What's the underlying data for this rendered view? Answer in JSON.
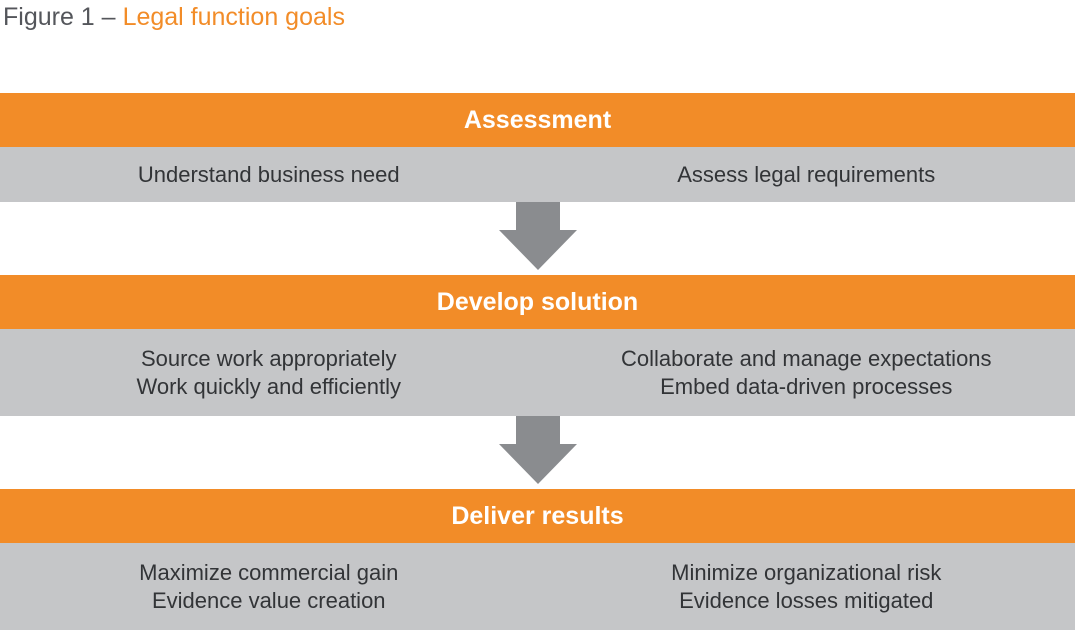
{
  "title": {
    "prefix": "Figure 1 –",
    "highlight": "Legal function goals"
  },
  "colors": {
    "orange": "#F28C28",
    "band_gray": "#C5C6C8",
    "arrow_gray": "#8A8C8F",
    "title_gray": "#54565B",
    "body_text": "#323437",
    "header_text": "#FFFFFF"
  },
  "diagram": {
    "type": "vertical-flow",
    "arrow_icon": "down-arrow",
    "sections": [
      {
        "header": "Assessment",
        "left": [
          "Understand business need"
        ],
        "right": [
          "Assess legal requirements"
        ]
      },
      {
        "header": "Develop solution",
        "left": [
          "Source work appropriately",
          "Work quickly and efficiently"
        ],
        "right": [
          "Collaborate and manage expectations",
          "Embed data-driven processes"
        ]
      },
      {
        "header": "Deliver results",
        "left": [
          "Maximize commercial gain",
          "Evidence value creation"
        ],
        "right": [
          "Minimize organizational risk",
          "Evidence losses mitigated"
        ]
      }
    ]
  }
}
